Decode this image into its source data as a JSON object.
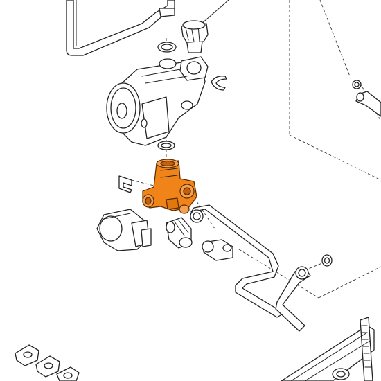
{
  "diagram": {
    "type": "exploded-parts-view",
    "highlight_color": "#F28A1C",
    "line_color": "#222222",
    "background": "#FFFFFF",
    "parts": [
      {
        "id": "pipe-frame-top-left"
      },
      {
        "id": "leader-line-top"
      },
      {
        "id": "air-vent-valve"
      },
      {
        "id": "o-ring-upper"
      },
      {
        "id": "circulation-pump"
      },
      {
        "id": "retaining-clip-upper"
      },
      {
        "id": "o-ring-lower"
      },
      {
        "id": "retaining-clip-left"
      },
      {
        "id": "hydraulic-block-highlighted",
        "highlighted": true
      },
      {
        "id": "pressure-sensor"
      },
      {
        "id": "pipe-connector"
      },
      {
        "id": "bypass-pipe-assembly"
      },
      {
        "id": "seal-ring-right"
      },
      {
        "id": "small-seal-upper-right"
      },
      {
        "id": "flexible-hose-right"
      },
      {
        "id": "chassis-panel"
      },
      {
        "id": "terminal-clips"
      }
    ]
  }
}
